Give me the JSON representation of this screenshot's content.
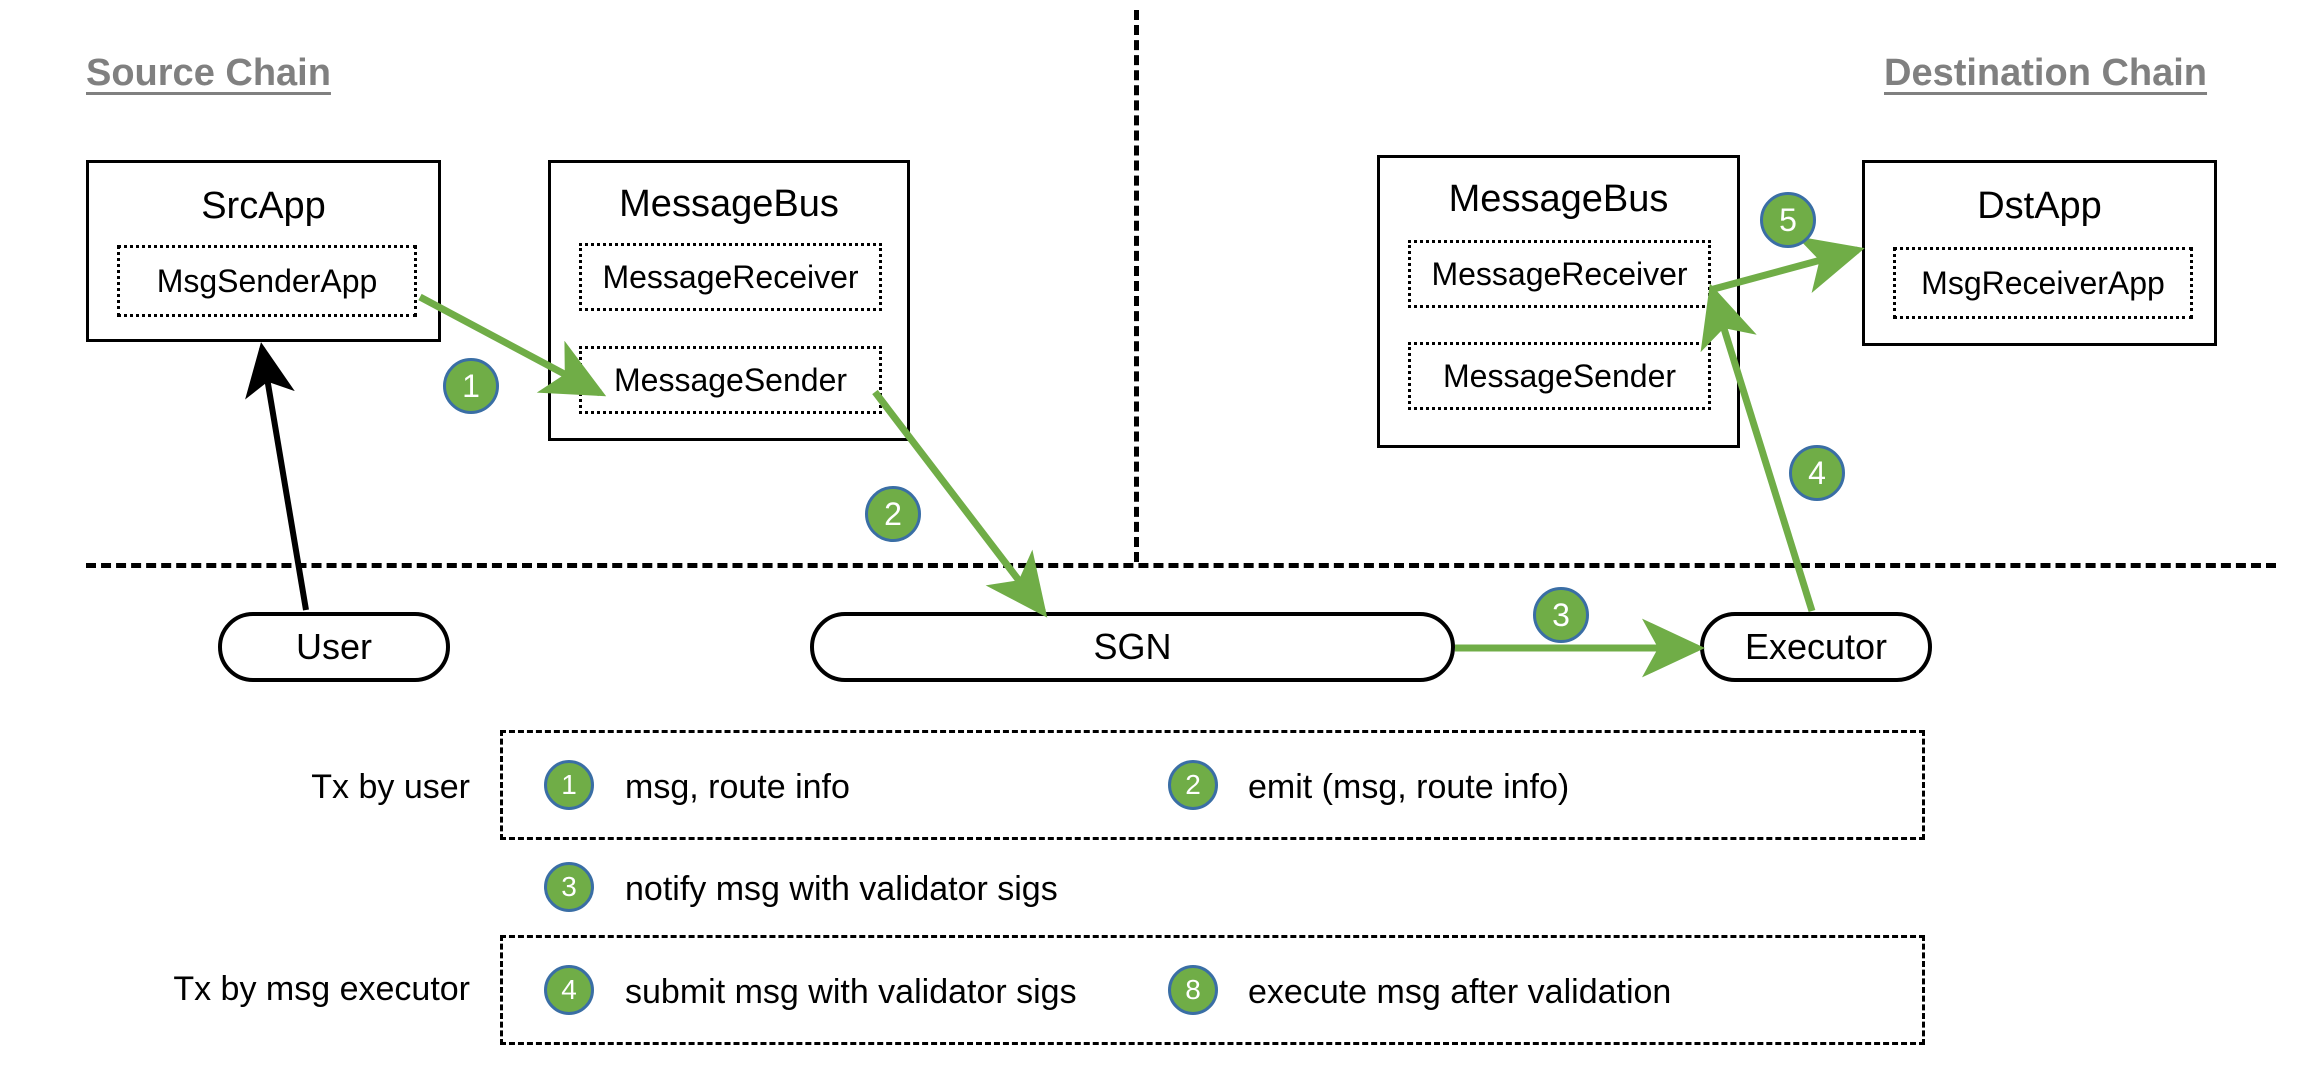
{
  "diagram": {
    "title_source": "Source Chain",
    "title_destination": "Destination Chain",
    "colors": {
      "badge_fill": "#70ad47",
      "badge_stroke": "#3a6ea5",
      "arrow_green": "#70ad47",
      "arrow_black": "#000000",
      "heading_gray": "#808080"
    }
  },
  "nodes": {
    "src_app": {
      "title": "SrcApp",
      "inner": "MsgSenderApp"
    },
    "src_message_bus": {
      "title": "MessageBus",
      "inner_receiver": "MessageReceiver",
      "inner_sender": "MessageSender"
    },
    "dst_message_bus": {
      "title": "MessageBus",
      "inner_receiver": "MessageReceiver",
      "inner_sender": "MessageSender"
    },
    "dst_app": {
      "title": "DstApp",
      "inner": "MsgReceiverApp"
    },
    "user": {
      "label": "User"
    },
    "sgn": {
      "label": "SGN"
    },
    "executor": {
      "label": "Executor"
    }
  },
  "badges": {
    "step1": "1",
    "step2": "2",
    "step3": "3",
    "step4": "4",
    "step5": "5"
  },
  "legend": {
    "row1_label": "Tx by user",
    "row2_label": "Tx by msg executor",
    "items": [
      {
        "num": "1",
        "text": "msg, route info"
      },
      {
        "num": "2",
        "text": "emit (msg, route info)"
      },
      {
        "num": "3",
        "text": "notify msg with validator sigs"
      },
      {
        "num": "4",
        "text": "submit msg with validator sigs"
      },
      {
        "num": "8",
        "text": "execute msg after validation"
      }
    ]
  }
}
